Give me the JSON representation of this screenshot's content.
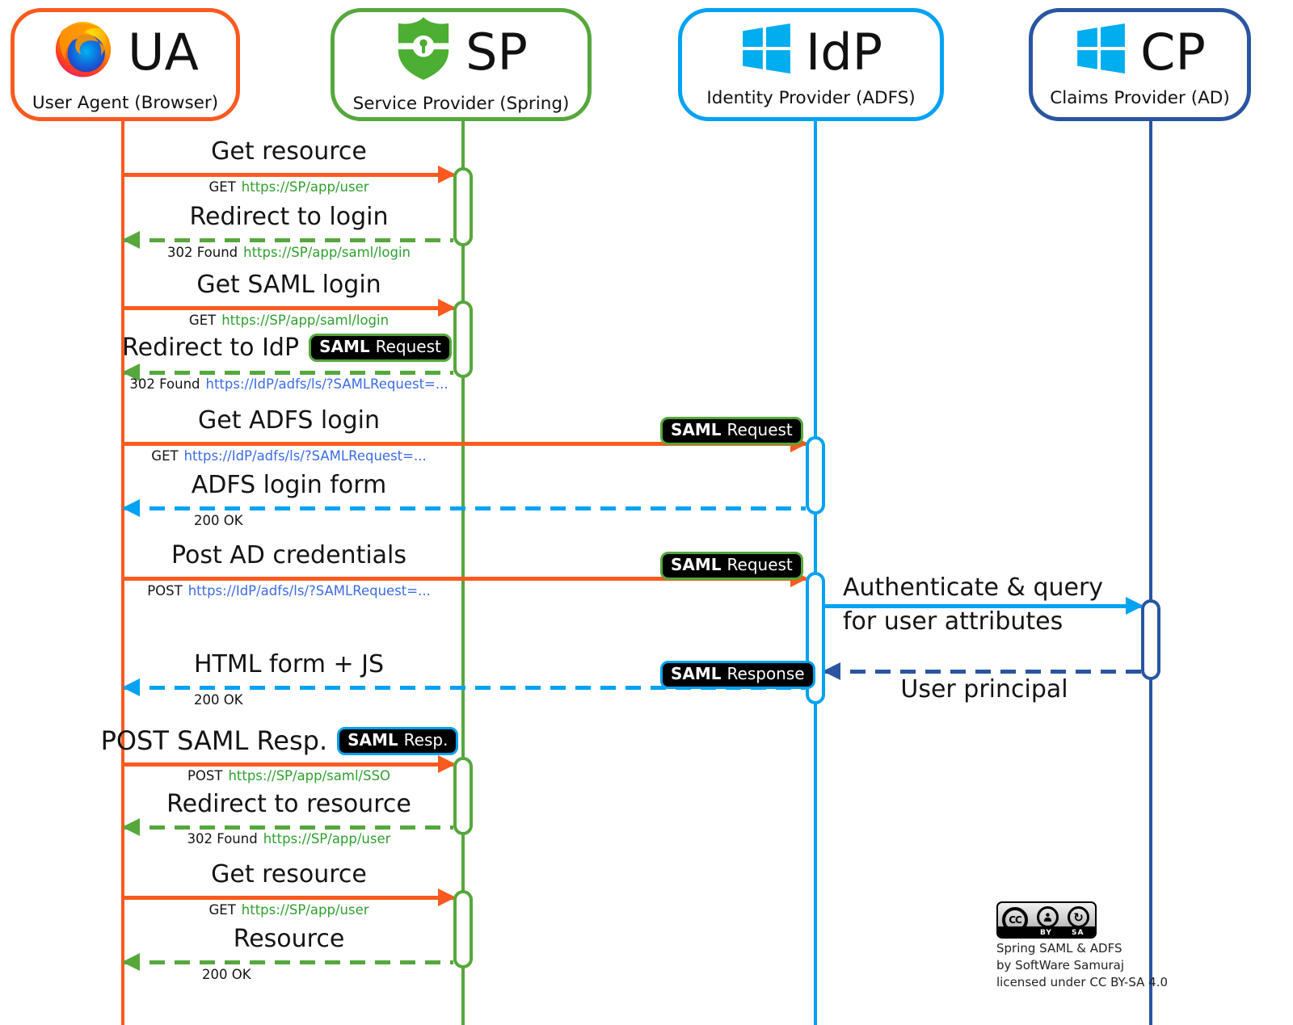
{
  "actors": [
    {
      "abbr": "UA",
      "name": "User Agent (Browser)"
    },
    {
      "abbr": "SP",
      "name": "Service Provider (Spring)"
    },
    {
      "abbr": "IdP",
      "name": "Identity Provider (ADFS)"
    },
    {
      "abbr": "CP",
      "name": "Claims Provider (AD)"
    }
  ],
  "colors": {
    "ua_orange": "#fa5a1f",
    "sp_green": "#56a73c",
    "idp_blue": "#00a2f3",
    "cp_navy": "#2a55a0",
    "link_green": "#2fa02f",
    "link_blue": "#3b6ce8",
    "badge_bg": "#000000"
  },
  "messages": [
    {
      "label": "Get resource",
      "sub_prefix": "GET",
      "sub_link": "https://SP/app/user"
    },
    {
      "label": "Redirect to login",
      "sub_prefix": "302 Found",
      "sub_link": "https://SP/app/saml/login"
    },
    {
      "label": "Get SAML login",
      "sub_prefix": "GET",
      "sub_link": "https://SP/app/saml/login"
    },
    {
      "label": "Redirect to IdP",
      "badge_strong": "SAML",
      "badge_rest": "Request",
      "sub_prefix": "302 Found",
      "sub_link": "https://IdP/adfs/ls/?SAMLRequest=..."
    },
    {
      "label": "Get ADFS login",
      "badge_strong": "SAML",
      "badge_rest": "Request",
      "sub_prefix": "GET",
      "sub_link": "https://IdP/adfs/ls/?SAMLRequest=..."
    },
    {
      "label": "ADFS login form",
      "sub_prefix": "200 OK"
    },
    {
      "label": "Post AD credentials",
      "badge_strong": "SAML",
      "badge_rest": "Request",
      "sub_prefix": "POST",
      "sub_link": "https://IdP/adfs/ls/?SAMLRequest=..."
    },
    {
      "label_line1": "Authenticate & query",
      "label_line2": "for user attributes"
    },
    {
      "label": "HTML form + JS",
      "badge_strong": "SAML",
      "badge_rest": "Response",
      "sub_prefix": "200 OK"
    },
    {
      "label": "User principal"
    },
    {
      "label": "POST SAML Resp.",
      "badge_strong": "SAML",
      "badge_rest": "Resp.",
      "sub_prefix": "POST",
      "sub_link": "https://SP/app/saml/SSO"
    },
    {
      "label": "Redirect to resource",
      "sub_prefix": "302 Found",
      "sub_link": "https://SP/app/user"
    },
    {
      "label": "Get resource",
      "sub_prefix": "GET",
      "sub_link": "https://SP/app/user"
    },
    {
      "label": "Resource",
      "sub_prefix": "200 OK"
    }
  ],
  "license": {
    "cc": "CC",
    "by": "BY",
    "sa": "SA",
    "title": "Spring SAML & ADFS",
    "author": "by SoftWare Samuraj",
    "terms": "licensed under CC BY-SA 4.0"
  }
}
